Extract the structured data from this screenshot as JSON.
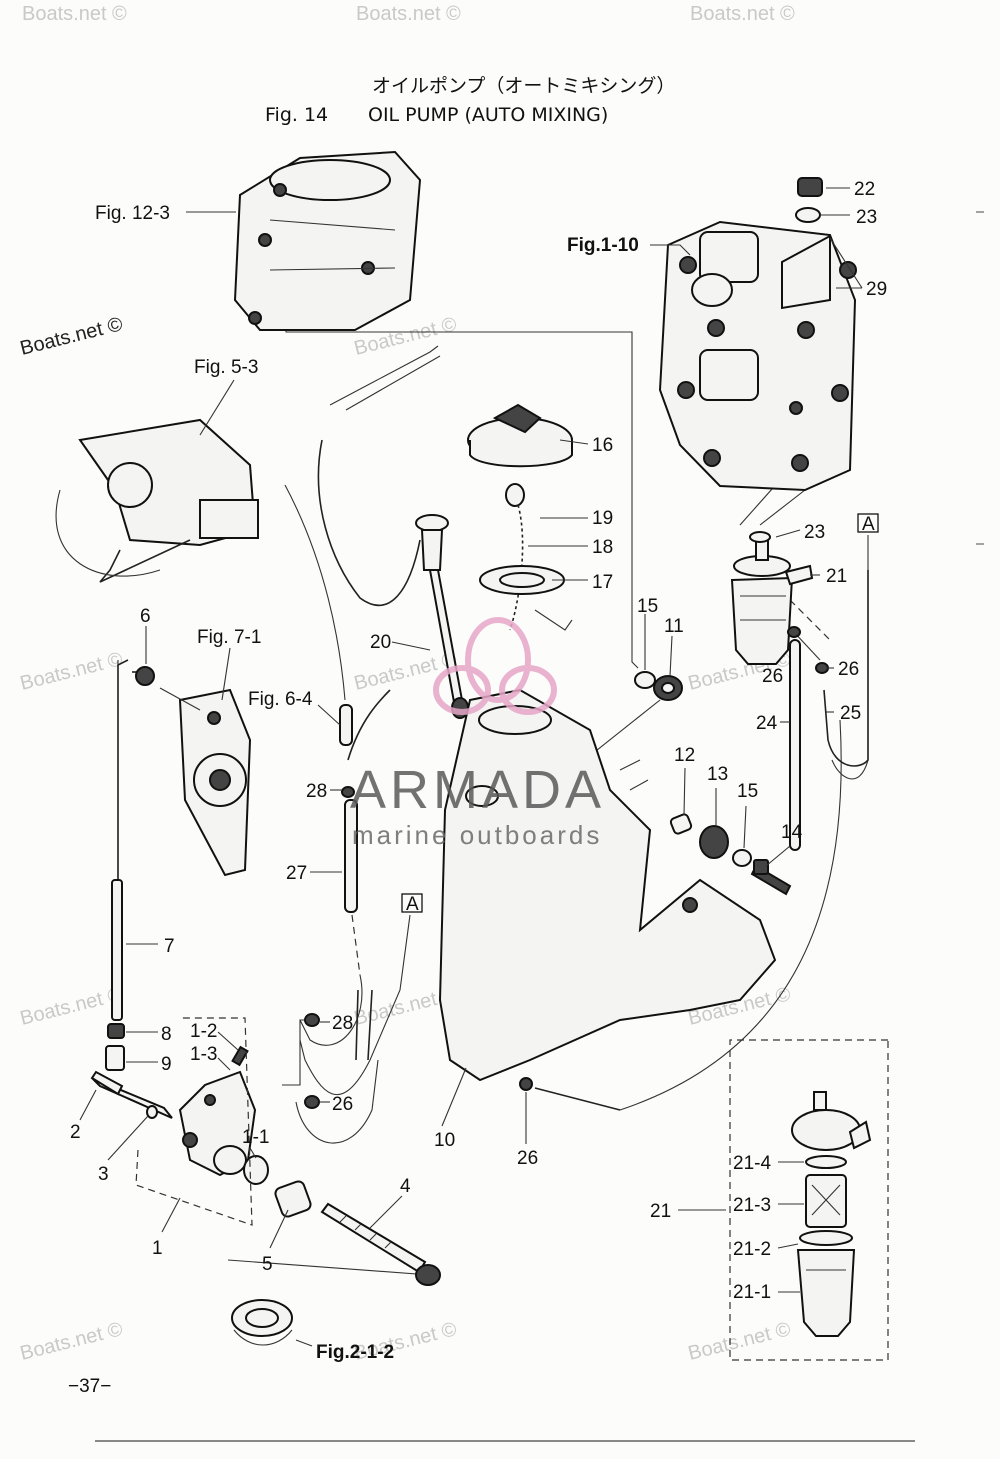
{
  "title": {
    "jp": "オイルポンプ（オートミキシング）",
    "fig": "Fig. 14",
    "en": "OIL PUMP (AUTO MIXING)"
  },
  "page_number": "−37−",
  "watermarks": {
    "boats": "Boats.net ©",
    "brand_name": "ARMADA",
    "brand_tagline": "marine outboards"
  },
  "references": {
    "fig_12_3": "Fig. 12-3",
    "fig_1_10": "Fig.1-10",
    "fig_5_3": "Fig. 5-3",
    "fig_7_1": "Fig. 7-1",
    "fig_6_4": "Fig. 6-4",
    "fig_2_1_2": "Fig.2-1-2",
    "box_a": "A"
  },
  "callouts": {
    "c22": "22",
    "c23": "23",
    "c29": "29",
    "c16": "16",
    "c19": "19",
    "c18": "18",
    "c17": "17",
    "c20": "20",
    "c15": "15",
    "c11": "11",
    "c21": "21",
    "c26": "26",
    "c25": "25",
    "c24": "24",
    "c6": "6",
    "c12": "12",
    "c13": "13",
    "c14": "14",
    "c28": "28",
    "c27": "27",
    "c7": "7",
    "c8": "8",
    "c9": "9",
    "c1_2": "1-2",
    "c1_3": "1-3",
    "c2": "2",
    "c3": "3",
    "c1_1": "1-1",
    "c1": "1",
    "c5": "5",
    "c4": "4",
    "c10": "10",
    "c21_4": "21-4",
    "c21_3": "21-3",
    "c21_2": "21-2",
    "c21_1": "21-1"
  },
  "colors": {
    "ink": "#111111",
    "paper": "#fcfcfa",
    "watermark": "#c9c9c9",
    "logo_pink": "#e6a7c8"
  }
}
